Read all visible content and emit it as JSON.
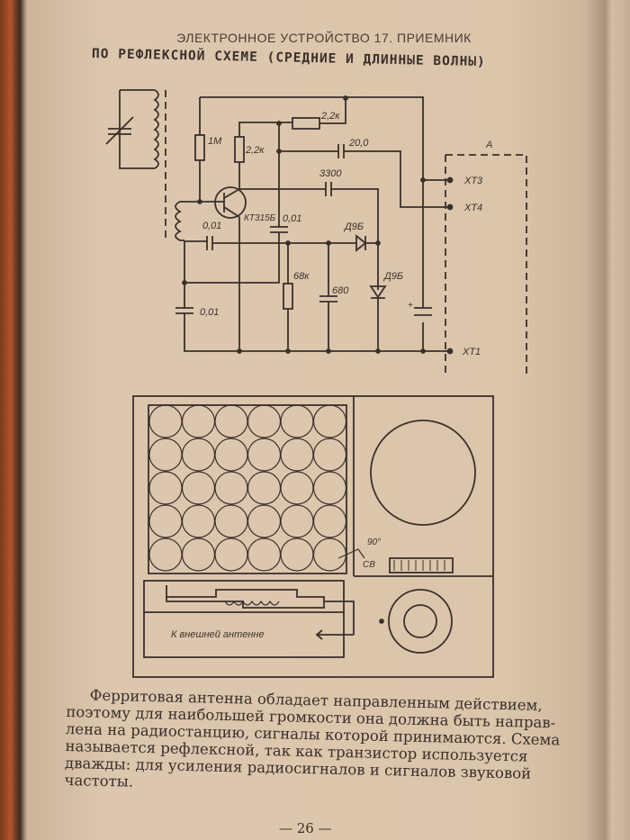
{
  "header": {
    "line1": "ЭЛЕКТРОННОЕ УСТРОЙСТВО 17. ПРИЕМНИК",
    "line2": "ПО РЕФЛЕКСНОЙ СХЕМЕ (СРЕДНИЕ И ДЛИННЫЕ ВОЛНЫ)"
  },
  "schematic": {
    "r_top": "2,2к",
    "r_base": "1М",
    "r_collector": "2,2к",
    "c_electrolytic": "20,0",
    "c_3300": "3300",
    "transistor": "КТ315Б",
    "c_coupling": "0,01",
    "c_bypass": "0,01",
    "c_ground": "0,01",
    "diode1": "Д9Б",
    "diode2": "Д9Б",
    "r_68k": "68к",
    "c_680": "680",
    "xt3": "ХТ3",
    "xt4": "ХТ4",
    "xt1": "ХТ1",
    "block_a": "А"
  },
  "layout_drawing": {
    "angle": "90°",
    "band": "СВ",
    "antenna_label": "К внешней антенне"
  },
  "body_text": [
    "Ферритовая антенна обладает направленным действием,",
    "поэтому для наибольшей громкости она должна быть направ-",
    "лена на радиостанцию, сигналы которой принимаются. Схема",
    "называется рефлексной, так как транзистор используется",
    "дважды: для усиления радиосигналов и сигналов звуковой",
    "частоты."
  ],
  "page_number": "— 26 —"
}
